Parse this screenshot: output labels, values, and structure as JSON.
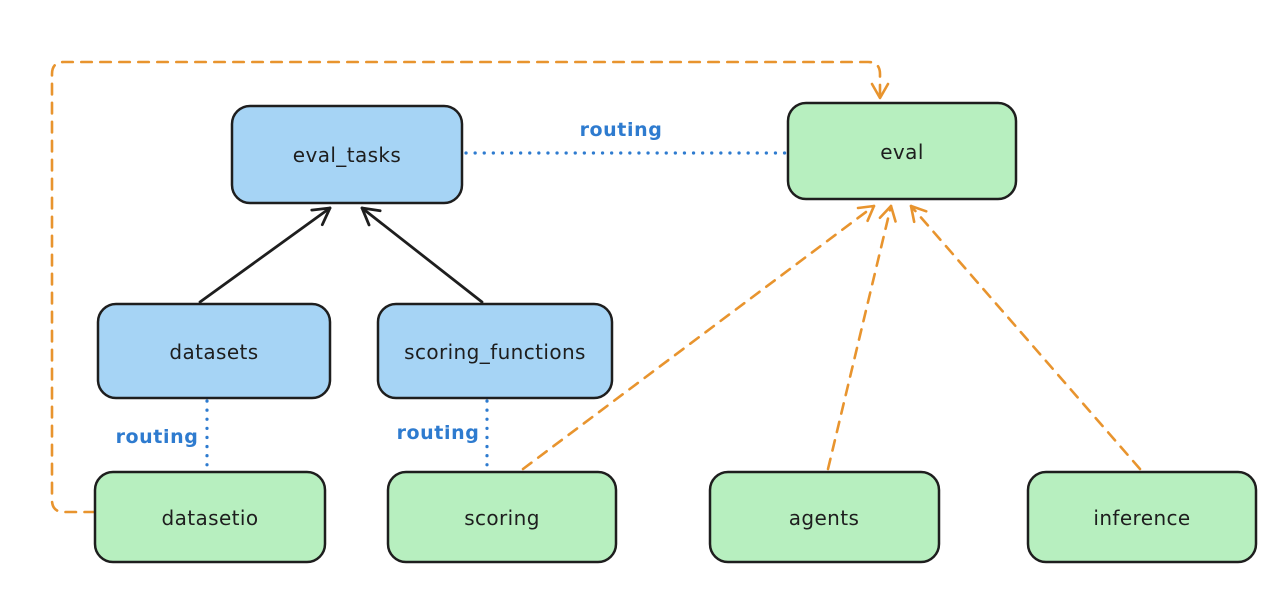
{
  "diagram": {
    "nodes": {
      "eval_tasks": {
        "label": "eval_tasks",
        "fill": "#a6d4f5"
      },
      "eval": {
        "label": "eval",
        "fill": "#b7efbf"
      },
      "datasets": {
        "label": "datasets",
        "fill": "#a6d4f5"
      },
      "scoring_functions": {
        "label": "scoring_functions",
        "fill": "#a6d4f5"
      },
      "datasetio": {
        "label": "datasetio",
        "fill": "#b7efbf"
      },
      "scoring": {
        "label": "scoring",
        "fill": "#b7efbf"
      },
      "agents": {
        "label": "agents",
        "fill": "#b7efbf"
      },
      "inference": {
        "label": "inference",
        "fill": "#b7efbf"
      }
    },
    "edge_labels": {
      "eval_tasks_to_eval": "routing",
      "datasets_to_datasetio": "routing",
      "scoring_functions_to_scoring": "routing"
    },
    "colors": {
      "background": "#ffffff",
      "node_stroke": "#1e1e1e",
      "text": "#1e1e1e",
      "black_arrow": "#1e1e1e",
      "routing_blue": "#2e7bcf",
      "orange_dashed": "#e8942e",
      "blue_fill": "#a6d4f5",
      "green_fill": "#b7efbf"
    }
  }
}
